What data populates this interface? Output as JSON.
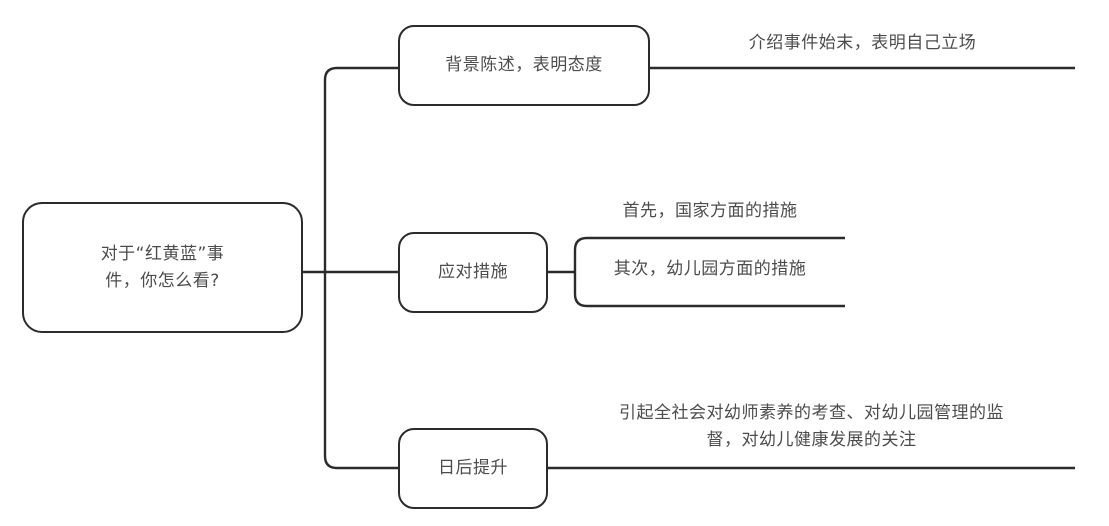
{
  "diagram": {
    "type": "mind-map",
    "title_node": {
      "line1": "对于“红黄蓝”事",
      "line2": "件，你怎么看?",
      "full_text": "对于“红黄蓝”事件，你怎么看?"
    },
    "branches": [
      {
        "id": "background",
        "label": "背景陈述，表明态度",
        "details": [
          {
            "id": "background-detail",
            "text": "介绍事件始末，表明自己立场"
          }
        ]
      },
      {
        "id": "measures",
        "label": "应对措施",
        "details": [
          {
            "id": "measures-country",
            "text": "首先，国家方面的措施"
          },
          {
            "id": "measures-kindergarten",
            "text": "其次，幼儿园方面的措施"
          }
        ]
      },
      {
        "id": "improve",
        "label": "日后提升",
        "details": [
          {
            "id": "improve-detail",
            "line1": "引起全社会对幼师素养的考查、对幼儿园管理的监",
            "line2": "督，对幼儿健康发展的关注",
            "text": "引起全社会对幼师素养的考查、对幼儿园管理的监督，对幼儿健康发展的关注"
          }
        ]
      }
    ],
    "colors": {
      "stroke": "#2b2b2b",
      "text": "#4c4c4c",
      "background": "#ffffff"
    }
  }
}
